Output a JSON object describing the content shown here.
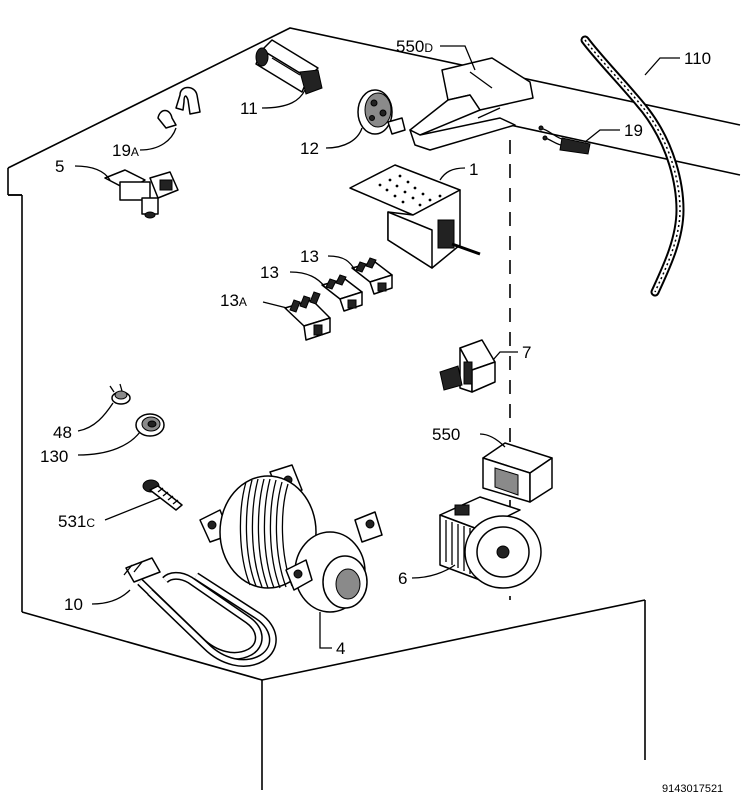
{
  "diagram_code": "9143017521",
  "callouts": [
    {
      "id": "550d",
      "number": "550",
      "suffix": "D"
    },
    {
      "id": "110",
      "number": "110",
      "suffix": ""
    },
    {
      "id": "11",
      "number": "11",
      "suffix": ""
    },
    {
      "id": "19a",
      "number": "19",
      "suffix": "A"
    },
    {
      "id": "12",
      "number": "12",
      "suffix": ""
    },
    {
      "id": "19",
      "number": "19",
      "suffix": ""
    },
    {
      "id": "5",
      "number": "5",
      "suffix": ""
    },
    {
      "id": "1",
      "number": "1",
      "suffix": ""
    },
    {
      "id": "13-top",
      "number": "13",
      "suffix": ""
    },
    {
      "id": "13-mid",
      "number": "13",
      "suffix": ""
    },
    {
      "id": "13a",
      "number": "13",
      "suffix": "A"
    },
    {
      "id": "7",
      "number": "7",
      "suffix": ""
    },
    {
      "id": "48",
      "number": "48",
      "suffix": ""
    },
    {
      "id": "550",
      "number": "550",
      "suffix": ""
    },
    {
      "id": "130",
      "number": "130",
      "suffix": ""
    },
    {
      "id": "531c",
      "number": "531",
      "suffix": "C"
    },
    {
      "id": "6",
      "number": "6",
      "suffix": ""
    },
    {
      "id": "10",
      "number": "10",
      "suffix": ""
    },
    {
      "id": "4",
      "number": "4",
      "suffix": ""
    }
  ]
}
